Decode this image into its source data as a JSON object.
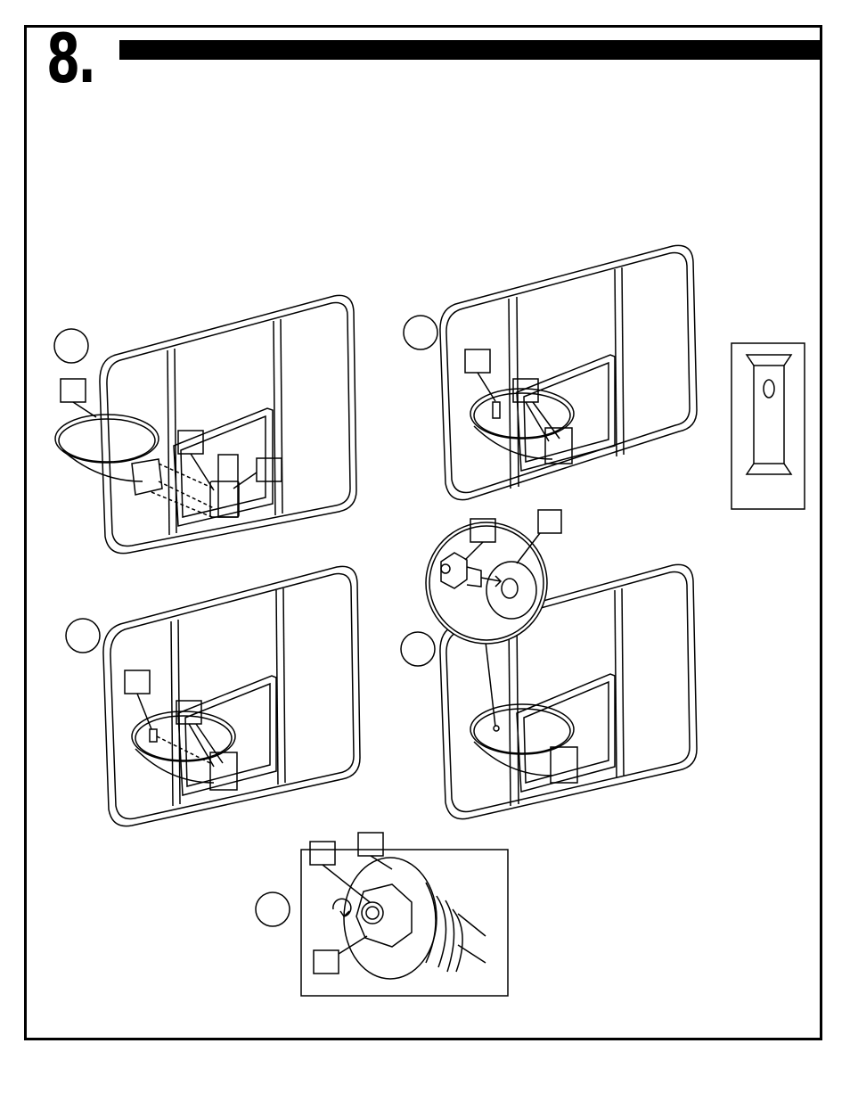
{
  "step": {
    "number": "8."
  },
  "colors": {
    "ink": "#000000",
    "paper": "#ffffff"
  },
  "figures": [
    {
      "name": "figure-a",
      "icon": "backboard-rim-exploded-icon"
    },
    {
      "name": "figure-b",
      "icon": "backboard-rim-attached-icon"
    },
    {
      "name": "figure-c",
      "icon": "backboard-rim-bolt-icon"
    },
    {
      "name": "figure-d",
      "icon": "backboard-rim-washer-icon"
    },
    {
      "name": "figure-e",
      "icon": "nut-tightening-detail-icon"
    },
    {
      "name": "hardware-bracket",
      "icon": "slotted-bracket-icon"
    }
  ]
}
